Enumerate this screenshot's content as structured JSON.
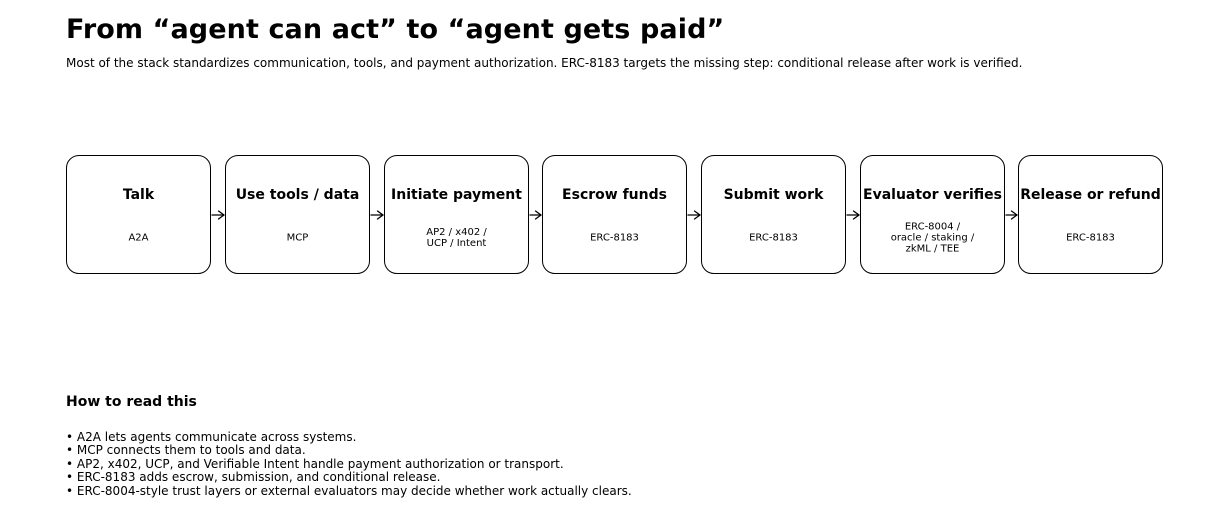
{
  "header": {
    "title": "From “agent can act” to “agent gets paid”",
    "subtitle": "Most of the stack standardizes communication, tools, and payment authorization. ERC-8183 targets the missing step: conditional release after work is verified."
  },
  "flow": {
    "steps": [
      {
        "title": "Talk",
        "sub": "A2A"
      },
      {
        "title": "Use tools / data",
        "sub": "MCP"
      },
      {
        "title": "Initiate payment",
        "sub": "AP2 / x402 /\nUCP / Intent"
      },
      {
        "title": "Escrow funds",
        "sub": "ERC-8183"
      },
      {
        "title": "Submit work",
        "sub": "ERC-8183"
      },
      {
        "title": "Evaluator verifies",
        "sub": "ERC-8004 /\noracle / staking /\nzkML / TEE"
      },
      {
        "title": "Release or refund",
        "sub": "ERC-8183"
      }
    ]
  },
  "notes": {
    "heading": "How to read this",
    "items": [
      "• A2A lets agents communicate across systems.",
      "• MCP connects them to tools and data.",
      "• AP2, x402, UCP, and Verifiable Intent handle payment authorization or transport.",
      "• ERC-8183 adds escrow, submission, and conditional release.",
      "• ERC-8004-style trust layers or external evaluators may decide whether work actually clears."
    ]
  }
}
